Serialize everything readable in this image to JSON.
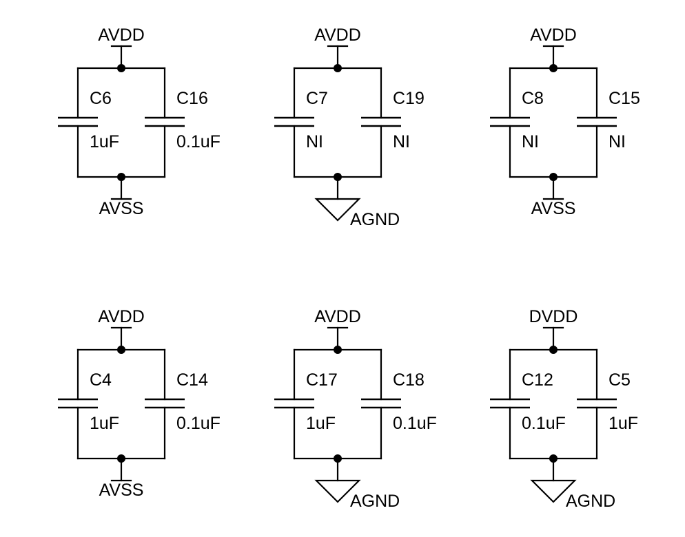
{
  "cells": [
    {
      "top_label": "AVDD",
      "bottom_label": "AVSS",
      "bottom_type": "rail",
      "left": {
        "ref": "C6",
        "value": "1uF"
      },
      "right": {
        "ref": "C16",
        "value": "0.1uF"
      }
    },
    {
      "top_label": "AVDD",
      "bottom_label": "AGND",
      "bottom_type": "ground",
      "left": {
        "ref": "C7",
        "value": "NI"
      },
      "right": {
        "ref": "C19",
        "value": "NI"
      }
    },
    {
      "top_label": "AVDD",
      "bottom_label": "AVSS",
      "bottom_type": "rail",
      "left": {
        "ref": "C8",
        "value": "NI"
      },
      "right": {
        "ref": "C15",
        "value": "NI"
      }
    },
    {
      "top_label": "AVDD",
      "bottom_label": "AVSS",
      "bottom_type": "rail",
      "left": {
        "ref": "C4",
        "value": "1uF"
      },
      "right": {
        "ref": "C14",
        "value": "0.1uF"
      }
    },
    {
      "top_label": "AVDD",
      "bottom_label": "AGND",
      "bottom_type": "ground",
      "left": {
        "ref": "C17",
        "value": "1uF"
      },
      "right": {
        "ref": "C18",
        "value": "0.1uF"
      }
    },
    {
      "top_label": "DVDD",
      "bottom_label": "AGND",
      "bottom_type": "ground",
      "left": {
        "ref": "C12",
        "value": "0.1uF"
      },
      "right": {
        "ref": "C5",
        "value": "1uF"
      }
    }
  ]
}
